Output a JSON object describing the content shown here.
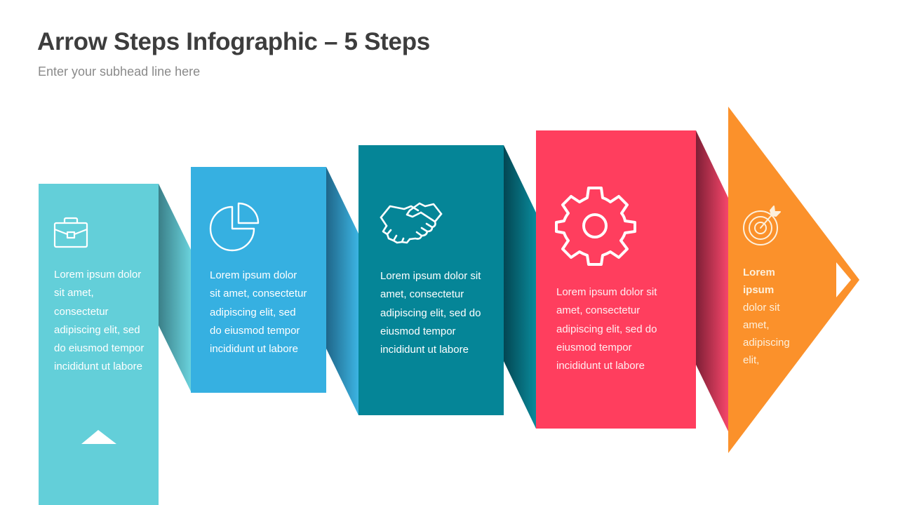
{
  "header": {
    "title": "Arrow Steps Infographic – 5 Steps",
    "subtitle": "Enter your subhead line here"
  },
  "colors": {
    "step1": "#63cfd9",
    "step2": "#36b0e1",
    "step3": "#058597",
    "step4": "#ff3e5e",
    "step5": "#fb912b",
    "title": "#3d3d3d",
    "subtitle": "#8a8a8a"
  },
  "steps": [
    {
      "icon": "briefcase-icon",
      "lines": [
        "Lorem ipsum dolor",
        "sit amet,",
        "consectetur",
        "adipiscing elit, sed",
        "do eiusmod tempor",
        "incididunt ut labore"
      ]
    },
    {
      "icon": "pie-chart-icon",
      "lines": [
        "Lorem ipsum dolor",
        "sit amet, consectetur",
        "adipiscing elit, sed",
        "do eiusmod tempor",
        "incididunt ut labore"
      ]
    },
    {
      "icon": "handshake-icon",
      "lines": [
        "Lorem ipsum dolor sit",
        "amet, consectetur",
        "adipiscing elit, sed do",
        "eiusmod tempor",
        "incididunt ut labore"
      ]
    },
    {
      "icon": "gear-icon",
      "lines": [
        "Lorem ipsum dolor sit",
        "amet, consectetur",
        "adipiscing elit, sed do",
        "eiusmod tempor",
        "incididunt ut labore"
      ]
    },
    {
      "icon": "target-icon",
      "bold_lines": [
        "Lorem",
        "ipsum"
      ],
      "lines": [
        "dolor sit",
        "amet,",
        "adipiscing",
        "elit,"
      ]
    }
  ]
}
